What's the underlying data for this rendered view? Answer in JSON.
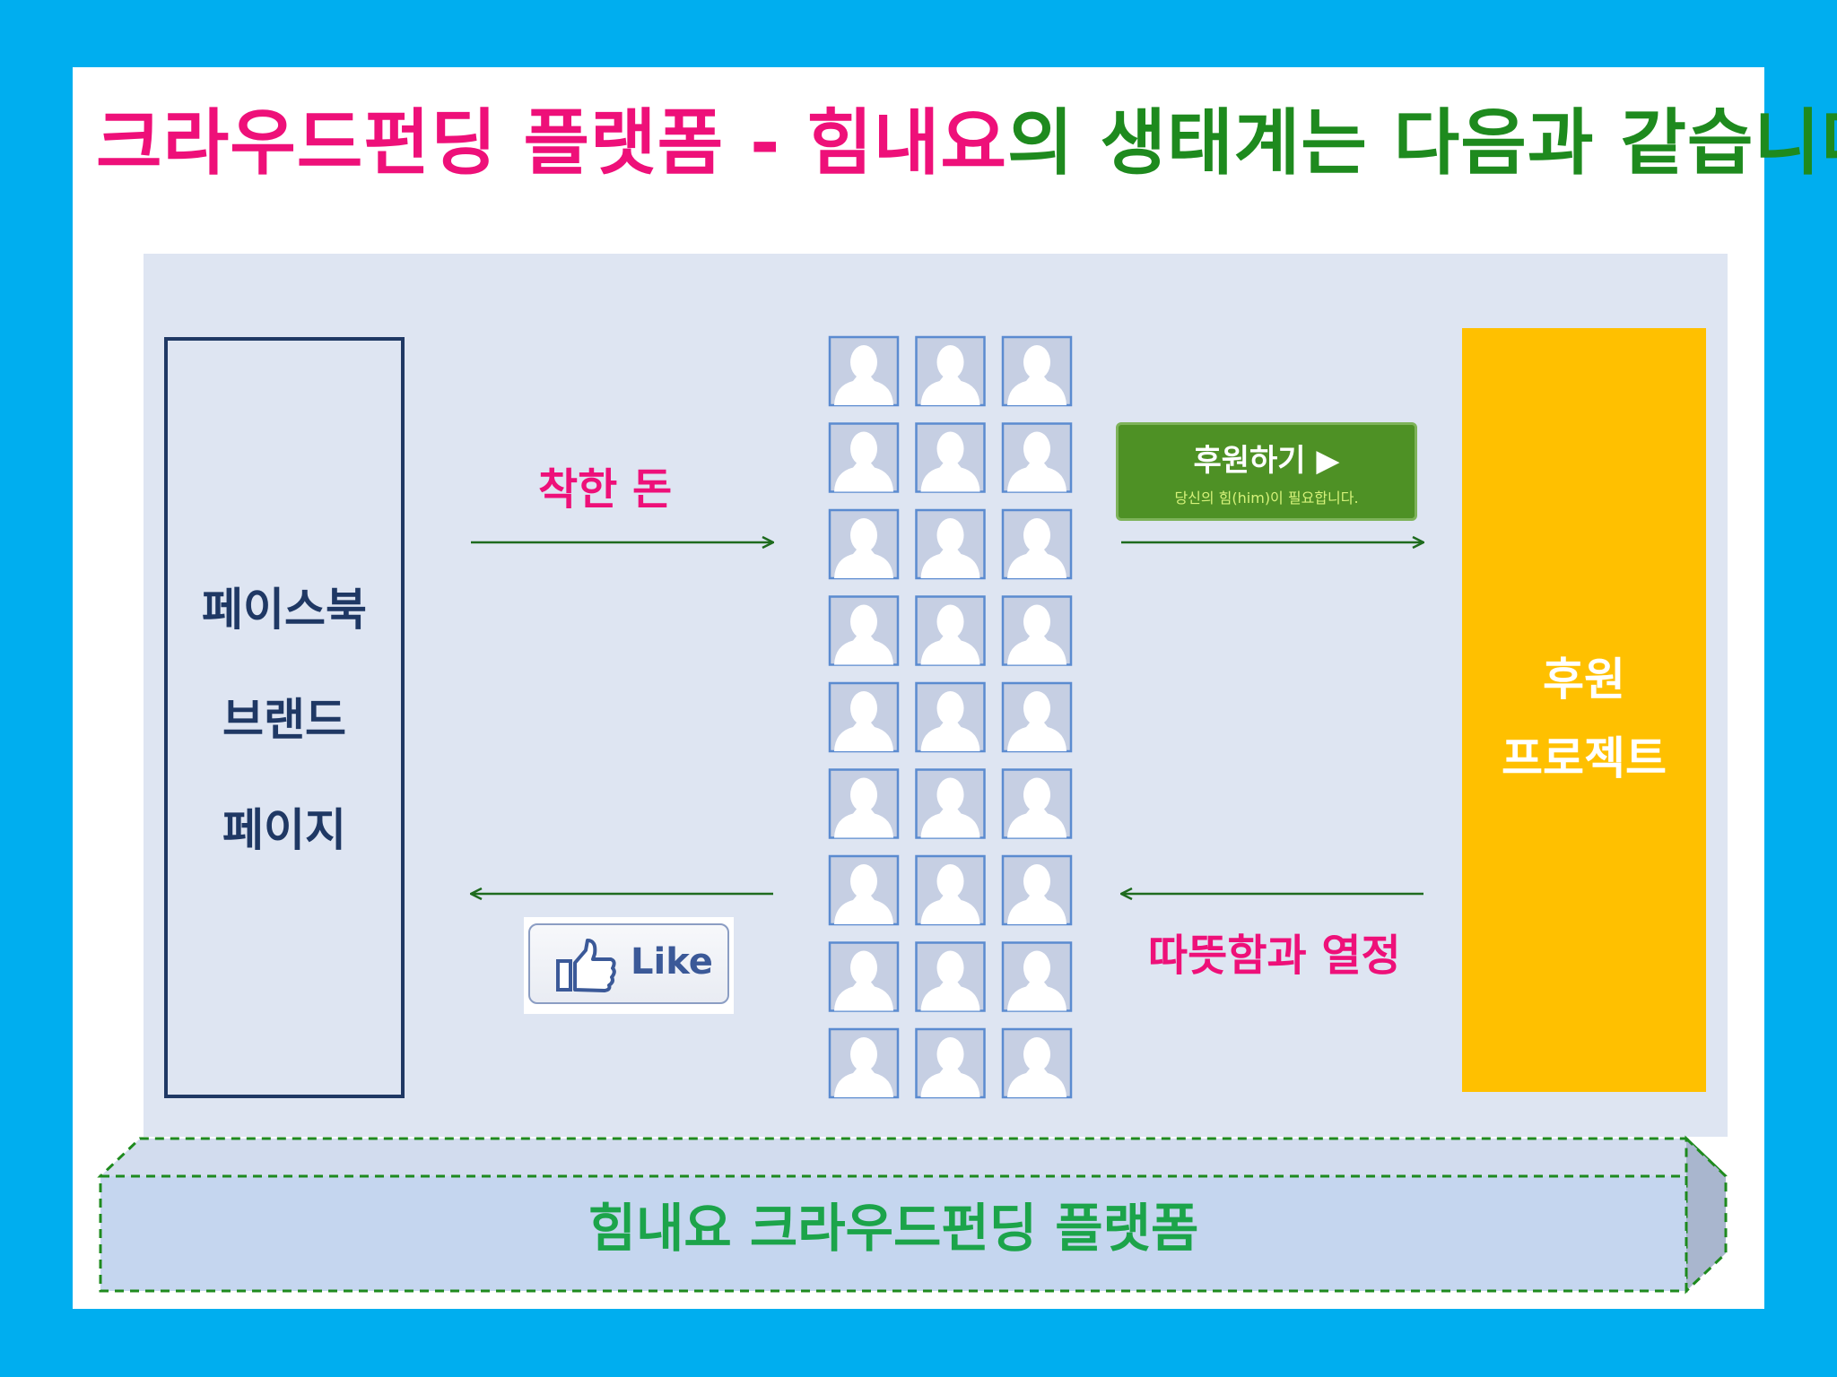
{
  "title": {
    "part1": "크라우드펀딩 플랫폼 - 힘내요",
    "part2": "의 생태계는 다음과 같습니다"
  },
  "facebook_box": {
    "line1": "페이스북",
    "line2": "브랜드",
    "line3": "페이지"
  },
  "arrow_labels": {
    "good_money": "착한 돈",
    "warmth": "따뜻함과 열정"
  },
  "like_button": {
    "label": "Like",
    "icon": "thumbs-up-icon"
  },
  "support_button": {
    "title": "후원하기 ▶",
    "subtitle": "당신의 힘(him)이 필요합니다."
  },
  "project_box": {
    "line1": "후원",
    "line2": "프로젝트"
  },
  "platform": {
    "label": "힘내요 크라우드펀딩 플랫폼"
  },
  "crowd_grid": {
    "rows": 9,
    "cols": 3,
    "icon": "user-avatar-icon"
  },
  "colors": {
    "background": "#00AEEF",
    "pink": "#EE1079",
    "green": "#1E8A1E",
    "navy": "#1F3864",
    "project": "#FFC000",
    "support_button": "#4E9125"
  }
}
